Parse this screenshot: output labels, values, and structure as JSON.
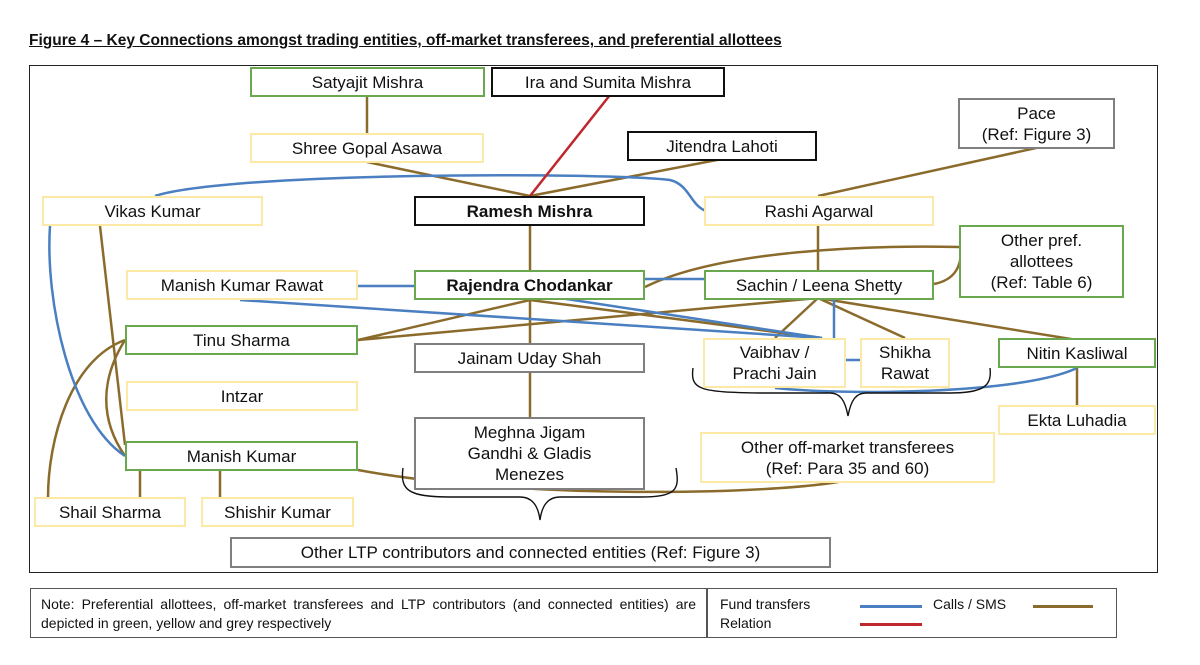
{
  "title": "Figure 4 – Key Connections amongst trading entities, off-market transferees, and preferential allottees",
  "nodes": {
    "satyajit": "Satyajit Mishra",
    "ira": "Ira and Sumita Mishra",
    "shree": "Shree Gopal Asawa",
    "jitendra": "Jitendra Lahoti",
    "pace_1": "Pace",
    "pace_2": "(Ref: Figure 3)",
    "vikas": "Vikas Kumar",
    "ramesh": "Ramesh Mishra",
    "rashi": "Rashi Agarwal",
    "other_pref_1": "Other pref.",
    "other_pref_2": "allottees",
    "other_pref_3": "(Ref: Table 6)",
    "manish_rawat": "Manish Kumar Rawat",
    "rajendra": "Rajendra Chodankar",
    "sachin": "Sachin / Leena Shetty",
    "tinu": "Tinu Sharma",
    "jainam": "Jainam Uday Shah",
    "vaibhav_1": "Vaibhav /",
    "vaibhav_2": "Prachi Jain",
    "shikha_1": "Shikha",
    "shikha_2": "Rawat",
    "nitin": "Nitin Kasliwal",
    "intzar": "Intzar",
    "ekta": "Ekta Luhadia",
    "meghna_1": "Meghna Jigam",
    "meghna_2": "Gandhi & Gladis",
    "meghna_3": "Menezes",
    "other_offmarket_1": "Other off-market transferees",
    "other_offmarket_2": "(Ref: Para 35 and 60)",
    "manish_kumar": "Manish Kumar",
    "shail": "Shail Sharma",
    "shishir": "Shishir Kumar",
    "other_ltp": "Other LTP contributors and connected entities (Ref: Figure 3)"
  },
  "note": "Note: Preferential allottees, off-market transferees and LTP contributors (and connected entities) are depicted in green, yellow and grey respectively",
  "legend": {
    "fund_transfers": "Fund transfers",
    "calls_sms": "Calls / SMS",
    "relation": "Relation"
  },
  "colors": {
    "fund_transfer_line": "#4a7fc1",
    "calls_sms_line": "#8b6b2c",
    "relation_line": "#c0272d",
    "preferential_allottee_border": "#6aa84f",
    "off_market_transferee_border": "#fde9a6",
    "ltp_contributor_border": "#7f7f7f",
    "trading_entity_border": "#111111"
  }
}
